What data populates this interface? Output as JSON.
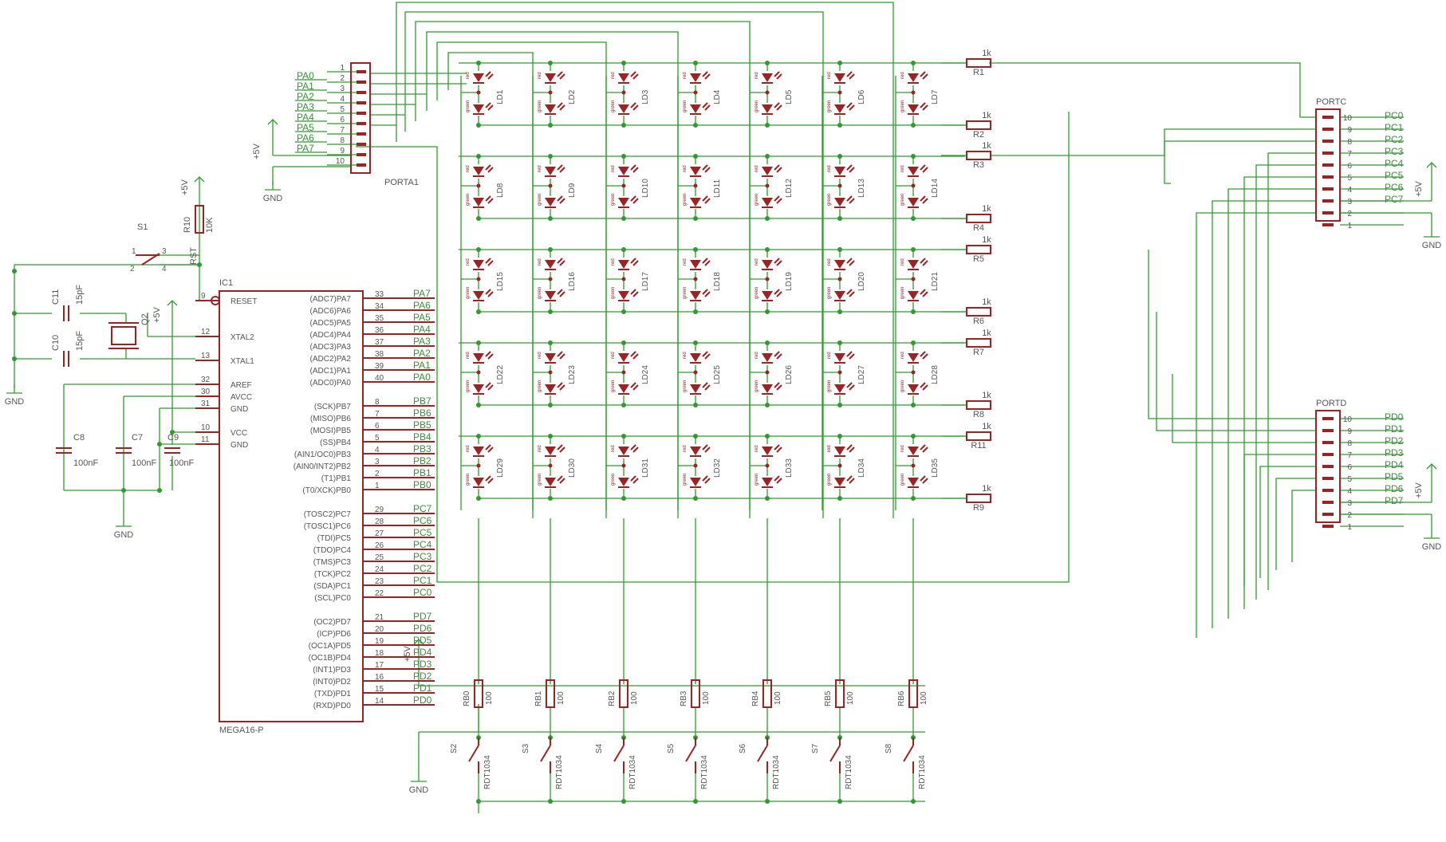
{
  "labels": {
    "ic1_name": "IC1",
    "ic1_value": "MEGA16-P",
    "porta_name": "PORTA1",
    "portc_name": "PORTC",
    "portd_name": "PORTD",
    "s1": "S1",
    "r10": "R10",
    "r10_value": "10K",
    "rst": "RST",
    "c11": "C11",
    "c11_value": "15pF",
    "c10": "C10",
    "c10_value": "15pF",
    "q2": "Q2",
    "c8": "C8",
    "c8_value": "100nF",
    "c7": "C7",
    "c7_value": "100nF",
    "c9": "C9",
    "c9_value": "100nF",
    "gnd": "GND",
    "vcc5": "+5V",
    "btn_value": "RDT1034",
    "res_value": "100",
    "row_res_value": "1k",
    "led_red": "red",
    "led_green": "green"
  },
  "ic_left_pins": [
    {
      "num": "9",
      "name": "RESET"
    },
    {
      "num": "12",
      "name": "XTAL2"
    },
    {
      "num": "13",
      "name": "XTAL1"
    },
    {
      "num": "32",
      "name": "AREF"
    },
    {
      "num": "30",
      "name": "AVCC"
    },
    {
      "num": "31",
      "name": "GND"
    },
    {
      "num": "10",
      "name": "VCC"
    },
    {
      "num": "11",
      "name": "GND"
    }
  ],
  "ic_right_pins": [
    {
      "num": "33",
      "name": "(ADC7)PA7",
      "net": "PA7"
    },
    {
      "num": "34",
      "name": "(ADC6)PA6",
      "net": "PA6"
    },
    {
      "num": "35",
      "name": "(ADC5)PA5",
      "net": "PA5"
    },
    {
      "num": "36",
      "name": "(ADC4)PA4",
      "net": "PA4"
    },
    {
      "num": "37",
      "name": "(ADC3)PA3",
      "net": "PA3"
    },
    {
      "num": "38",
      "name": "(ADC2)PA2",
      "net": "PA2"
    },
    {
      "num": "39",
      "name": "(ADC1)PA1",
      "net": "PA1"
    },
    {
      "num": "40",
      "name": "(ADC0)PA0",
      "net": "PA0"
    },
    {
      "num": "8",
      "name": "(SCK)PB7",
      "net": "PB7"
    },
    {
      "num": "7",
      "name": "(MISO)PB6",
      "net": "PB6"
    },
    {
      "num": "6",
      "name": "(MOSI)PB5",
      "net": "PB5"
    },
    {
      "num": "5",
      "name": "(SS)PB4",
      "net": "PB4"
    },
    {
      "num": "4",
      "name": "(AIN1/OC0)PB3",
      "net": "PB3"
    },
    {
      "num": "3",
      "name": "(AIN0/INT2)PB2",
      "net": "PB2"
    },
    {
      "num": "2",
      "name": "(T1)PB1",
      "net": "PB1"
    },
    {
      "num": "1",
      "name": "(T0/XCK)PB0",
      "net": "PB0"
    },
    {
      "num": "29",
      "name": "(TOSC2)PC7",
      "net": "PC7"
    },
    {
      "num": "28",
      "name": "(TOSC1)PC6",
      "net": "PC6"
    },
    {
      "num": "27",
      "name": "(TDI)PC5",
      "net": "PC5"
    },
    {
      "num": "26",
      "name": "(TDO)PC4",
      "net": "PC4"
    },
    {
      "num": "25",
      "name": "(TMS)PC3",
      "net": "PC3"
    },
    {
      "num": "24",
      "name": "(TCK)PC2",
      "net": "PC2"
    },
    {
      "num": "23",
      "name": "(SDA)PC1",
      "net": "PC1"
    },
    {
      "num": "22",
      "name": "(SCL)PC0",
      "net": "PC0"
    },
    {
      "num": "21",
      "name": "(OC2)PD7",
      "net": "PD7"
    },
    {
      "num": "20",
      "name": "(ICP)PD6",
      "net": "PD6"
    },
    {
      "num": "19",
      "name": "(OC1A)PD5",
      "net": "PD5"
    },
    {
      "num": "18",
      "name": "(OC1B)PD4",
      "net": "PD4"
    },
    {
      "num": "17",
      "name": "(INT1)PD3",
      "net": "PD3"
    },
    {
      "num": "16",
      "name": "(INT0)PD2",
      "net": "PD2"
    },
    {
      "num": "15",
      "name": "(TXD)PD1",
      "net": "PD1"
    },
    {
      "num": "14",
      "name": "(RXD)PD0",
      "net": "PD0"
    }
  ],
  "porta_connector": {
    "pins": [
      "1",
      "2",
      "3",
      "4",
      "5",
      "6",
      "7",
      "8",
      "9",
      "10"
    ],
    "nets": [
      "PA0",
      "PA1",
      "PA2",
      "PA3",
      "PA4",
      "PA5",
      "PA6",
      "PA7"
    ]
  },
  "portc_connector": {
    "pins": [
      "10",
      "9",
      "8",
      "7",
      "6",
      "5",
      "4",
      "3",
      "2",
      "1"
    ],
    "nets": [
      "PC0",
      "PC1",
      "PC2",
      "PC3",
      "PC4",
      "PC5",
      "PC6",
      "PC7"
    ]
  },
  "portd_connector": {
    "pins": [
      "10",
      "9",
      "8",
      "7",
      "6",
      "5",
      "4",
      "3",
      "2",
      "1"
    ],
    "nets": [
      "PD0",
      "PD1",
      "PD2",
      "PD3",
      "PD4",
      "PD5",
      "PD6",
      "PD7"
    ]
  },
  "row_resistors": [
    "R1",
    "R2",
    "R3",
    "R4",
    "R5",
    "R6",
    "R7",
    "R8",
    "R11",
    "R9"
  ],
  "led_names": [
    "LD1",
    "LD2",
    "LD3",
    "LD4",
    "LD5",
    "LD6",
    "LD7",
    "LD8",
    "LD9",
    "LD10",
    "LD11",
    "LD12",
    "LD13",
    "LD14",
    "LD15",
    "LD16",
    "LD17",
    "LD18",
    "LD19",
    "LD20",
    "LD21",
    "LD22",
    "LD23",
    "LD24",
    "LD25",
    "LD26",
    "LD27",
    "LD28",
    "LD29",
    "LD30",
    "LD31",
    "LD32",
    "LD33",
    "LD34",
    "LD35"
  ],
  "button_names": [
    "S2",
    "S3",
    "S4",
    "S5",
    "S6",
    "S7",
    "S8"
  ],
  "button_resistors": [
    "RB0",
    "RB1",
    "RB2",
    "RB3",
    "RB4",
    "RB5",
    "RB6"
  ]
}
